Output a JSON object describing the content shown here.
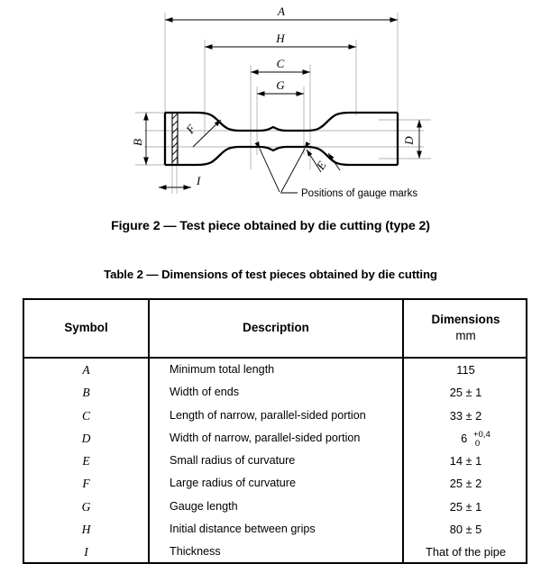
{
  "figure": {
    "caption": "Figure 2 — Test piece obtained by die cutting (type 2)",
    "dimension_labels": {
      "a": "A",
      "b": "B",
      "c": "C",
      "d": "D",
      "e": "E",
      "f": "F",
      "g": "G",
      "h": "H",
      "i": "I"
    },
    "annotation": "Positions of gauge marks"
  },
  "table": {
    "caption": "Table 2 — Dimensions of test pieces obtained by die cutting",
    "headers": {
      "symbol": "Symbol",
      "description": "Description",
      "dimensions_line1": "Dimensions",
      "dimensions_line2": "mm"
    },
    "rows": [
      {
        "symbol": "A",
        "description": "Minimum total length",
        "dimension": "115"
      },
      {
        "symbol": "B",
        "description": "Width of ends",
        "dimension": "25 ± 1"
      },
      {
        "symbol": "C",
        "description": "Length of narrow, parallel-sided portion",
        "dimension": "33 ± 2"
      },
      {
        "symbol": "D",
        "description": "Width of narrow, parallel-sided portion",
        "dimension": "6",
        "tol_upper": "+0,4",
        "tol_lower": "0"
      },
      {
        "symbol": "E",
        "description": "Small radius of curvature",
        "dimension": "14 ± 1"
      },
      {
        "symbol": "F",
        "description": "Large radius of curvature",
        "dimension": "25 ± 2"
      },
      {
        "symbol": "G",
        "description": "Gauge length",
        "dimension": "25 ± 1"
      },
      {
        "symbol": "H",
        "description": "Initial distance between grips",
        "dimension": "80 ± 5"
      },
      {
        "symbol": "I",
        "description": "Thickness",
        "dimension": "That of the pipe"
      }
    ]
  },
  "colors": {
    "ink": "#000000",
    "paper": "#ffffff"
  }
}
